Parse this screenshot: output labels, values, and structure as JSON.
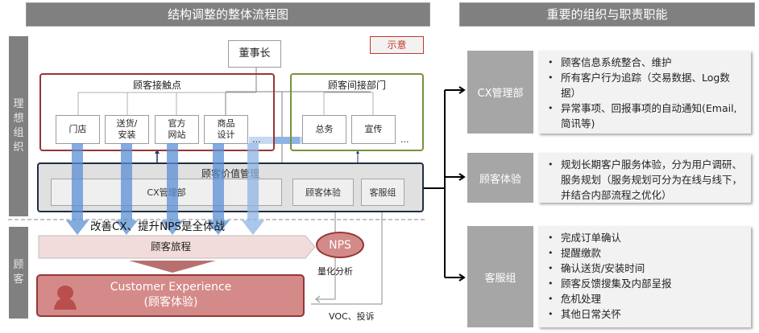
{
  "left_panel": {
    "title": "结构调整的整体流程图",
    "badge": "示意",
    "sections": [
      {
        "label": "理\n想\n组\n织"
      },
      {
        "label": "顾\n客"
      }
    ],
    "chairman": "董事长",
    "direct_group": {
      "title": "顾客接触点",
      "items": [
        "门店",
        "送货/\n安装",
        "官方\n网站",
        "商品\n设计"
      ],
      "ellipsis": "..."
    },
    "indirect_group": {
      "title": "顾客间接部门",
      "items": [
        "总务",
        "宣传"
      ],
      "ellipsis": "..."
    },
    "value_mgmt": {
      "title": "顾客价值管理",
      "units": [
        "CX管理部",
        "顾客体验",
        "客服组"
      ]
    },
    "slogan": "改善CX、提升NPS是全体战",
    "journey": "顾客旅程",
    "nps": "NPS",
    "nps_caption": "量化分析",
    "cx_box": {
      "line1": "Customer Experience",
      "line2": "(顾客体验)"
    },
    "voc_caption": "VOC、投诉"
  },
  "right_panel": {
    "title": "重要的组织与职责职能",
    "departments": [
      {
        "name": "CX管理部",
        "duties": [
          "顾客信息系统整合、维护",
          "所有客户行为追踪（交易数据、Log数据）",
          "异常事项、回报事项的自动通知(Email, 简讯等)"
        ]
      },
      {
        "name": "顾客体验",
        "duties": [
          "规划长期客户服务体验，分为用户调研、服务规划（服务规划可分为在线与线下，并结合内部流程之优化）"
        ]
      },
      {
        "name": "客服组",
        "duties": [
          "完成订单确认",
          "提醒缴款",
          "确认送货/安装时间",
          "顾客反馈搜集及内部呈报",
          "危机处理",
          "其他日常关怀"
        ]
      }
    ]
  },
  "colors": {
    "header_bg": "#808080",
    "direct_border": "#953735",
    "indirect_border": "#77933c",
    "value_border": "#1f2d44",
    "arrow_blue": "#6f9fdb",
    "cx_fill": "#d48a88",
    "journey_fill": "#f2dcdb"
  }
}
